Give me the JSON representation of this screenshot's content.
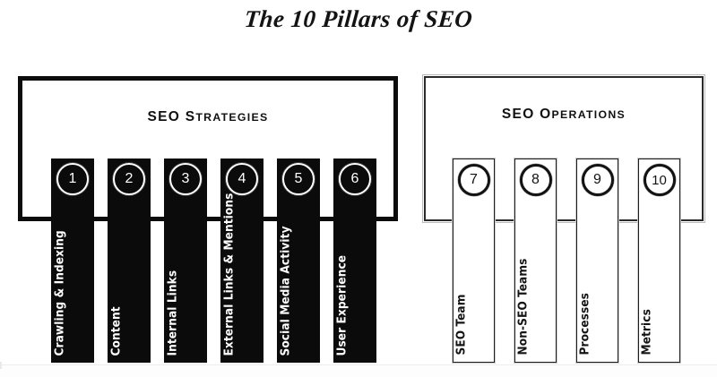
{
  "title": "The 10 Pillars of SEO",
  "panels": [
    {
      "id": "strategies",
      "heading": "SEO Strategies",
      "heading_first_word": "SEO",
      "heading_rest_cap": "S",
      "heading_rest_small": "TRATEGIES",
      "style": "dark",
      "pillars": [
        {
          "number": "1",
          "label": "Crawling & Indexing"
        },
        {
          "number": "2",
          "label": "Content"
        },
        {
          "number": "3",
          "label": "Internal Links"
        },
        {
          "number": "4",
          "label": "External Links & Mentions"
        },
        {
          "number": "5",
          "label": "Social Media Activity"
        },
        {
          "number": "6",
          "label": "User Experience"
        }
      ]
    },
    {
      "id": "operations",
      "heading": "SEO Operations",
      "heading_first_word": "SEO",
      "heading_rest_cap": "O",
      "heading_rest_small": "PERATIONS",
      "style": "light",
      "pillars": [
        {
          "number": "7",
          "label": "SEO Team"
        },
        {
          "number": "8",
          "label": "Non-SEO Teams"
        },
        {
          "number": "9",
          "label": "Processes"
        },
        {
          "number": "10",
          "label": "Metrics"
        }
      ]
    }
  ],
  "colors": {
    "ink": "#0b0b0b",
    "paper": "#ffffff",
    "operations_border": "#2a2a2a",
    "operations_outline": "#b9bbbd"
  },
  "chart_data": {
    "type": "diagram",
    "title": "The 10 Pillars of SEO",
    "groups": [
      {
        "name": "SEO Strategies",
        "items": [
          "Crawling & Indexing",
          "Content",
          "Internal Links",
          "External Links & Mentions",
          "Social Media Activity",
          "User Experience"
        ],
        "numbers": [
          1,
          2,
          3,
          4,
          5,
          6
        ]
      },
      {
        "name": "SEO Operations",
        "items": [
          "SEO Team",
          "Non-SEO Teams",
          "Processes",
          "Metrics"
        ],
        "numbers": [
          7,
          8,
          9,
          10
        ]
      }
    ],
    "total_pillars": 10
  }
}
